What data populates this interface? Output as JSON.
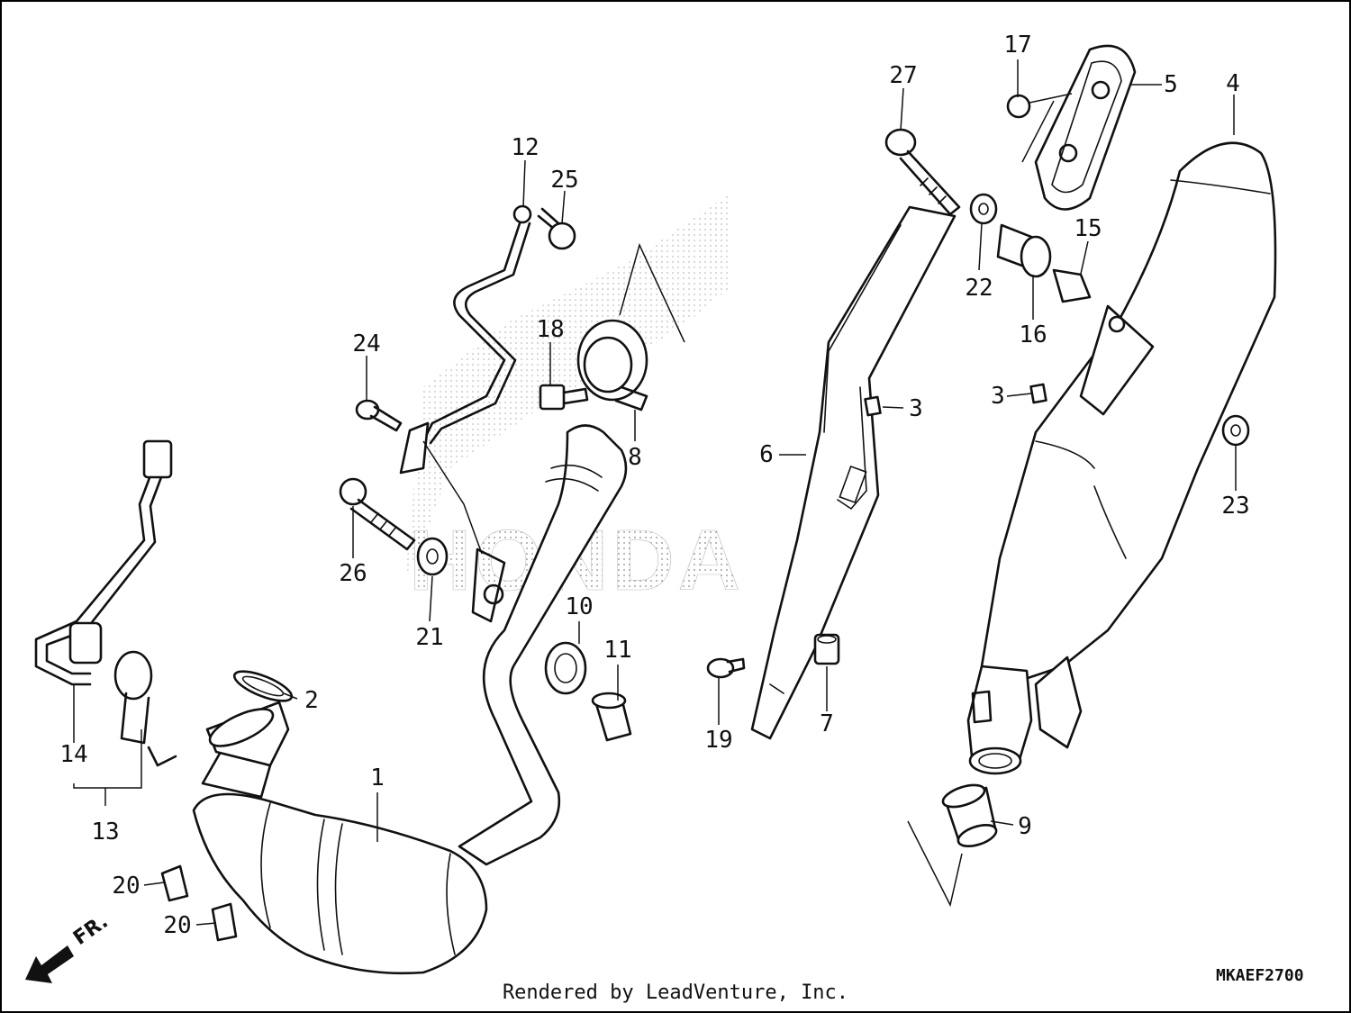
{
  "diagram": {
    "part_labels": [
      "1",
      "2",
      "3",
      "3",
      "4",
      "5",
      "6",
      "7",
      "8",
      "9",
      "10",
      "11",
      "12",
      "13",
      "14",
      "15",
      "16",
      "17",
      "18",
      "19",
      "20",
      "20",
      "21",
      "22",
      "23",
      "24",
      "25",
      "26",
      "27"
    ],
    "front_marker": "FR.",
    "watermark": "HONDA",
    "footer": "Rendered by LeadVenture, Inc.",
    "diagram_code": "MKAEF2700"
  }
}
